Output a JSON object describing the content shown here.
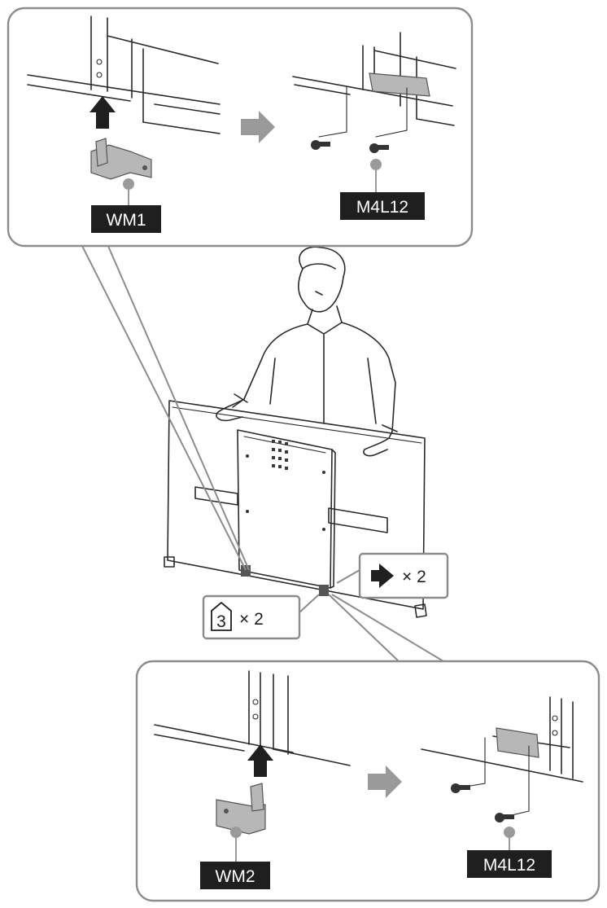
{
  "top_detail": {
    "part_label": "WM1",
    "screw_label": "M4L12"
  },
  "bottom_detail": {
    "part_label": "WM2",
    "screw_label": "M4L12"
  },
  "callouts": {
    "part_number": "3",
    "part_count": "× 2",
    "screw_count": "× 2"
  }
}
